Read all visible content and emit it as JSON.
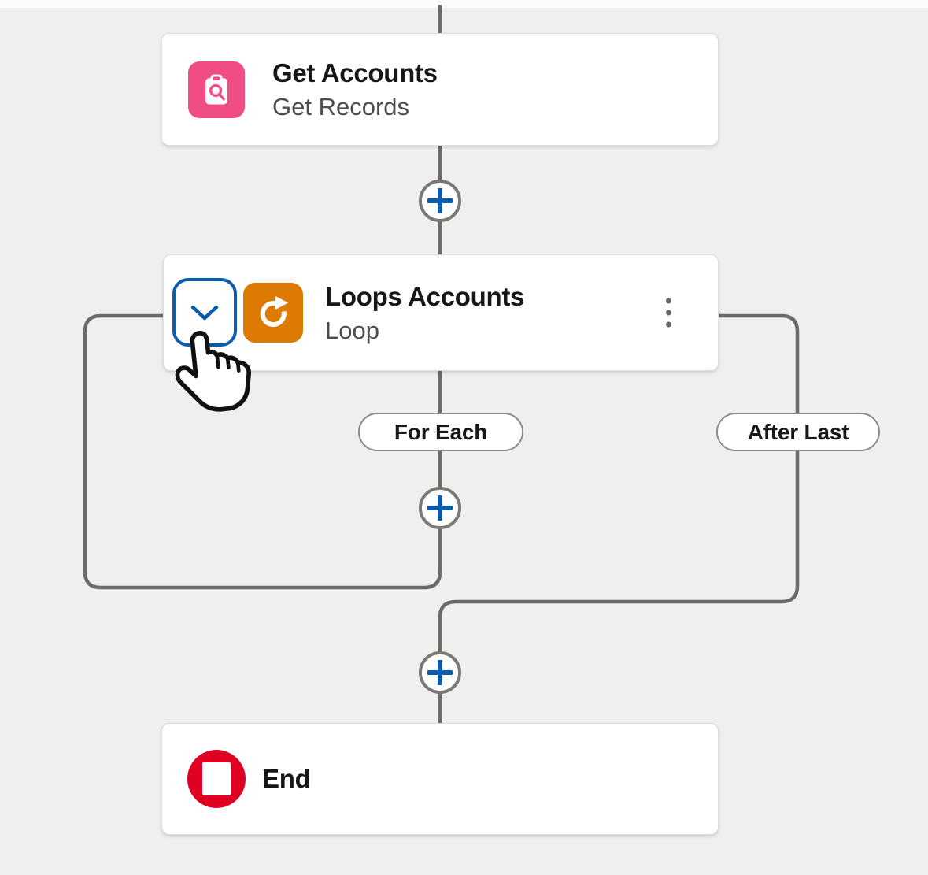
{
  "app": "Flow Builder auto-layout canvas",
  "colors": {
    "bg": "#f0efed",
    "line_gray": "#6c6a68",
    "ring_gray": "#7c7975",
    "accent_blue": "#0b5cab",
    "pink": "#f04d85",
    "orange": "#dd7a01",
    "red": "#e00022",
    "card_border": "#dedcda",
    "pill_border": "#8f8d8a",
    "title_color": "#171717",
    "subtitle_color": "#4f4d4b"
  },
  "nodes": {
    "get_accounts": {
      "title": "Get Accounts",
      "subtitle": "Get Records"
    },
    "loop": {
      "title": "Loops Accounts",
      "subtitle": "Loop"
    },
    "end": {
      "title": "End"
    }
  },
  "branches": {
    "for_each": "For Each",
    "after_last": "After Last"
  },
  "icons": {
    "get_records": "clipboard-with-magnifier",
    "loop": "circular-redo-arrow",
    "end": "stop-square-in-circle",
    "add_connector": "plus-in-circle",
    "collapse": "chevron-down",
    "node_menu": "vertical-kebab-dots",
    "cursor": "hand-pointer"
  }
}
